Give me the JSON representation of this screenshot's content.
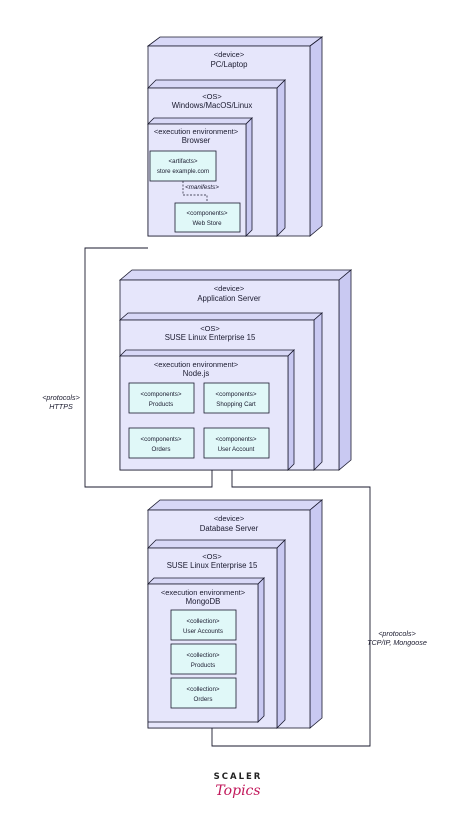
{
  "colors": {
    "node_front": "#e6e6fb",
    "node_side": "#c9c9f2",
    "node_top": "#d8d8f7",
    "stroke": "#1a1a2e",
    "component_fill": "#e0f8f8",
    "logo_accent": "#c2185b"
  },
  "pc": {
    "device_stereotype": "<device>",
    "device_name": "PC/Laptop",
    "os_stereotype": "<OS>",
    "os_name": "Windows/MacOS/Linux",
    "env_stereotype": "<execution environment>",
    "env_name": "Browser",
    "artifact_stereotype": "<artifacts>",
    "artifact_name": "store example.com",
    "manifest_label": "<manifests>",
    "component_stereotype": "<components>",
    "component_name": "Web Store"
  },
  "app": {
    "device_stereotype": "<device>",
    "device_name": "Application Server",
    "os_stereotype": "<OS>",
    "os_name": "SUSE Linux Enterprise 15",
    "env_stereotype": "<execution environment>",
    "env_name": "Node.js",
    "components": [
      {
        "stereotype": "<components>",
        "name": "Products"
      },
      {
        "stereotype": "<components>",
        "name": "Shopping Cart"
      },
      {
        "stereotype": "<components>",
        "name": "Orders"
      },
      {
        "stereotype": "<components>",
        "name": "User Account"
      }
    ]
  },
  "db": {
    "device_stereotype": "<device>",
    "device_name": "Database Server",
    "os_stereotype": "<OS>",
    "os_name": "SUSE Linux Enterprise 15",
    "env_stereotype": "<execution environment>",
    "env_name": "MongoDB",
    "collections": [
      {
        "stereotype": "<collection>",
        "name": "User Accounts"
      },
      {
        "stereotype": "<collection>",
        "name": "Products"
      },
      {
        "stereotype": "<collection>",
        "name": "Orders"
      }
    ]
  },
  "connections": {
    "https": {
      "stereotype": "<protocols>",
      "name": "HTTPS"
    },
    "tcp": {
      "stereotype": "<protocols>",
      "name": "TCP/IP, Mongoose"
    }
  },
  "logo": {
    "line1": "SCALER",
    "line2": "Topics"
  }
}
